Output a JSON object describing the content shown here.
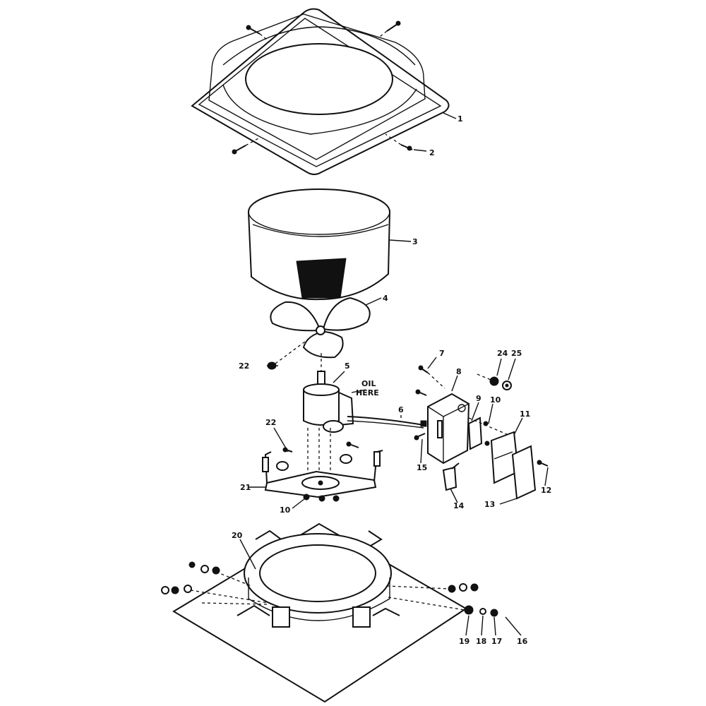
{
  "diagram": {
    "callouts": {
      "c1": "1",
      "c2": "2",
      "c3": "3",
      "c4": "4",
      "c5": "5",
      "c6": "6",
      "c7": "7",
      "c8": "8",
      "c9": "9",
      "c10a": "10",
      "c10b": "10",
      "c11": "11",
      "c12": "12",
      "c13": "13",
      "c14": "14",
      "c15": "15",
      "c16": "16",
      "c17": "17",
      "c18": "18",
      "c19": "19",
      "c20": "20",
      "c21": "21",
      "c22a": "22",
      "c22b": "22",
      "c24": "24",
      "c25": "25"
    },
    "notes": {
      "oil_line1": "OIL",
      "oil_line2": "HERE"
    }
  }
}
